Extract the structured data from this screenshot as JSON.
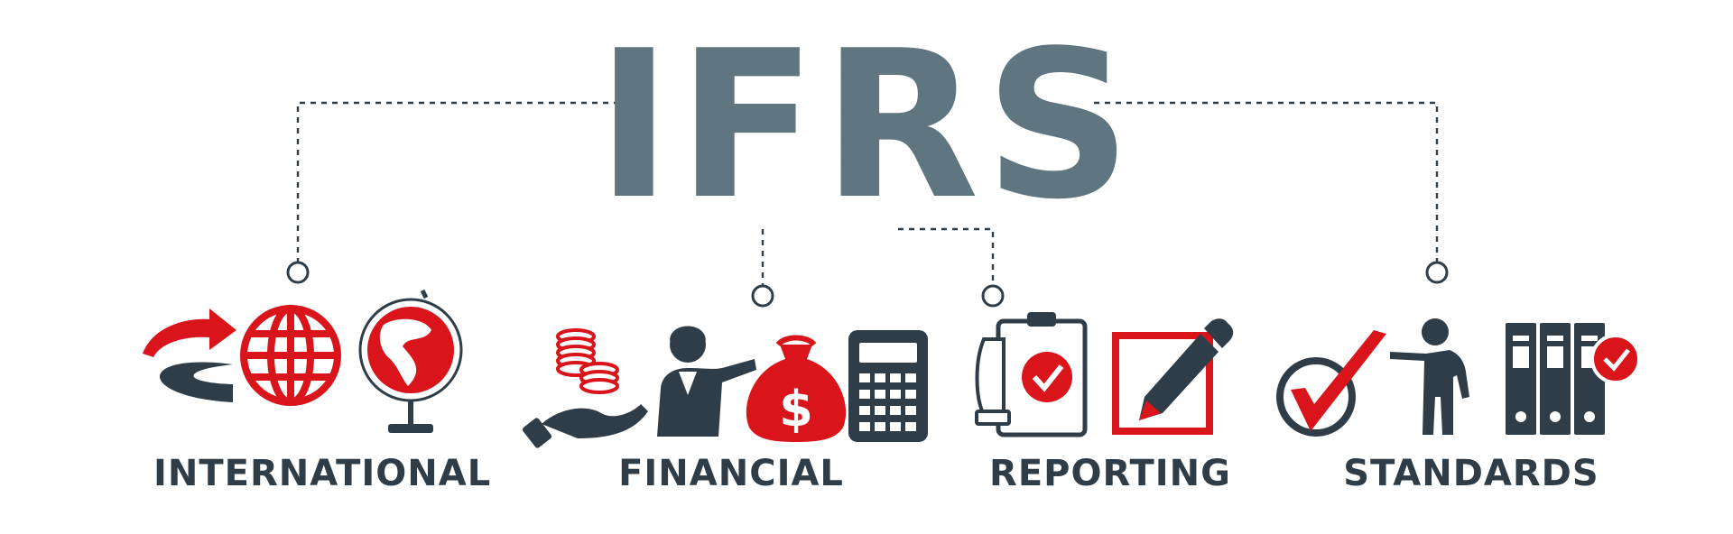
{
  "title": "IFRS",
  "sections": [
    {
      "label": "INTERNATIONAL",
      "icons": [
        "exchange-arrow-icon",
        "globe-grid-icon",
        "desk-globe-icon"
      ]
    },
    {
      "label": "FINANCIAL",
      "icons": [
        "coins-hand-icon",
        "businesswoman-icon",
        "money-bag-icon",
        "calculator-icon"
      ]
    },
    {
      "label": "REPORTING",
      "icons": [
        "clipboard-check-icon",
        "edit-document-icon"
      ]
    },
    {
      "label": "STANDARDS",
      "icons": [
        "checkmark-icon",
        "person-pointing-icon",
        "binders-icon"
      ]
    }
  ],
  "money_symbol": "$",
  "colors": {
    "title": "#5f7680",
    "dark": "#2f3d48",
    "accent": "#d9141b"
  }
}
